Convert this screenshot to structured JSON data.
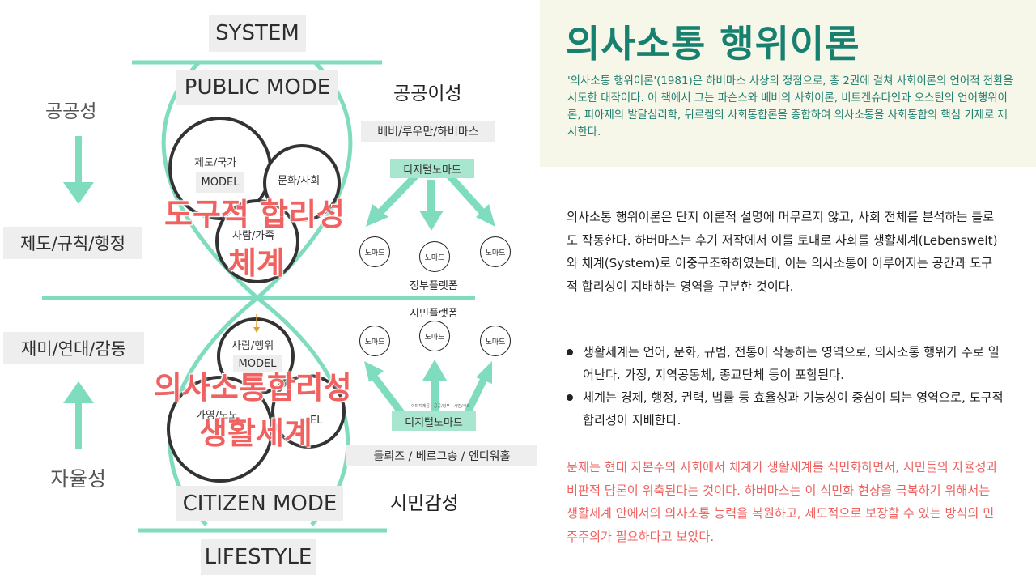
{
  "diagram": {
    "system": "SYSTEM",
    "public_mode": "PUBLIC MODE",
    "citizen_mode": "CITIZEN MODE",
    "lifestyle": "LIFESTYLE",
    "left_labels": {
      "gonggongseong": "공공성",
      "jedo": "제도/규칙/행정",
      "jaemi": "재미/연대/감동",
      "jayulseong": "자율성"
    },
    "top_circles": {
      "c1_label": "제도/국가",
      "c1_model": "MODEL",
      "c2_label": "문화/사회",
      "c3_label": "사람/가족"
    },
    "bottom_circles": {
      "c1_label": "사람/행위",
      "c1_model": "MODEL",
      "c2_label": "가영/노도",
      "c3_model": "EL"
    },
    "overlay": {
      "top_line1": "도구적 합리성",
      "top_line2": "체계",
      "bottom_line1": "의사소통합리성",
      "bottom_line2": "생활세계"
    },
    "right_side": {
      "gonggong_iseong": "공공이성",
      "thinkers_top": "베버/루우만/하버마스",
      "digital_nomad_top": "디지털노마드",
      "nomad": "노마드",
      "gov_platform": "정부플랫폼",
      "citizen_platform": "시민플랫폼",
      "tiny_text": "이미지제공 · 공공/정부 · 시민/사회",
      "digital_nomad_bottom": "디지털노마드",
      "thinkers_bottom": "들뢰즈 / 베르그송 / 엔디워홀",
      "simin_gamseong": "시민감성"
    },
    "colors": {
      "mint": "#7fdcbf",
      "mint_light": "#a9e6cf",
      "red": "#f0615f"
    }
  },
  "article": {
    "title": "의사소통 행위이론",
    "intro": "'의사소통 행위이론'(1981)은 하버마스 사상의 정점으로, 총 2권에 걸쳐 사회이론의 언어적 전환을 시도한 대작이다. 이 책에서 그는 파슨스와 베버의 사회이론, 비트겐슈타인과 오스틴의 언어행위이론, 피아제의 발달심리학, 뒤르켐의 사회통합론을 종합하여 의사소통을 사회통합의 핵심 기제로 제시한다.",
    "paragraph": "의사소통 행위이론은 단지 이론적 설명에 머무르지 않고, 사회 전체를 분석하는 틀로도 작동한다. 하버마스는 후기 저작에서 이를 토대로 사회를 생활세계(Lebenswelt)와 체계(System)로 이중구조화하였는데, 이는 의사소통이 이루어지는 공간과 도구적 합리성이 지배하는 영역을 구분한 것이다.",
    "bullets": [
      "생활세계는 언어, 문화, 규범, 전통이 작동하는 영역으로, 의사소통 행위가 주로 일어난다. 가정, 지역공동체, 종교단체 등이 포함된다.",
      "체계는 경제, 행정, 권력, 법률 등 효율성과 기능성이 중심이 되는 영역으로, 도구적 합리성이 지배한다."
    ],
    "conclusion": "문제는 현대 자본주의 사회에서 체계가 생활세계를 식민화하면서, 시민들의 자율성과 비판적 담론이 위축된다는 것이다. 하버마스는 이 식민화 현상을 극복하기 위해서는 생활세계 안에서의 의사소통 능력을 복원하고, 제도적으로 보장할 수 있는 방식의 민주주의가 필요하다고 보았다."
  }
}
